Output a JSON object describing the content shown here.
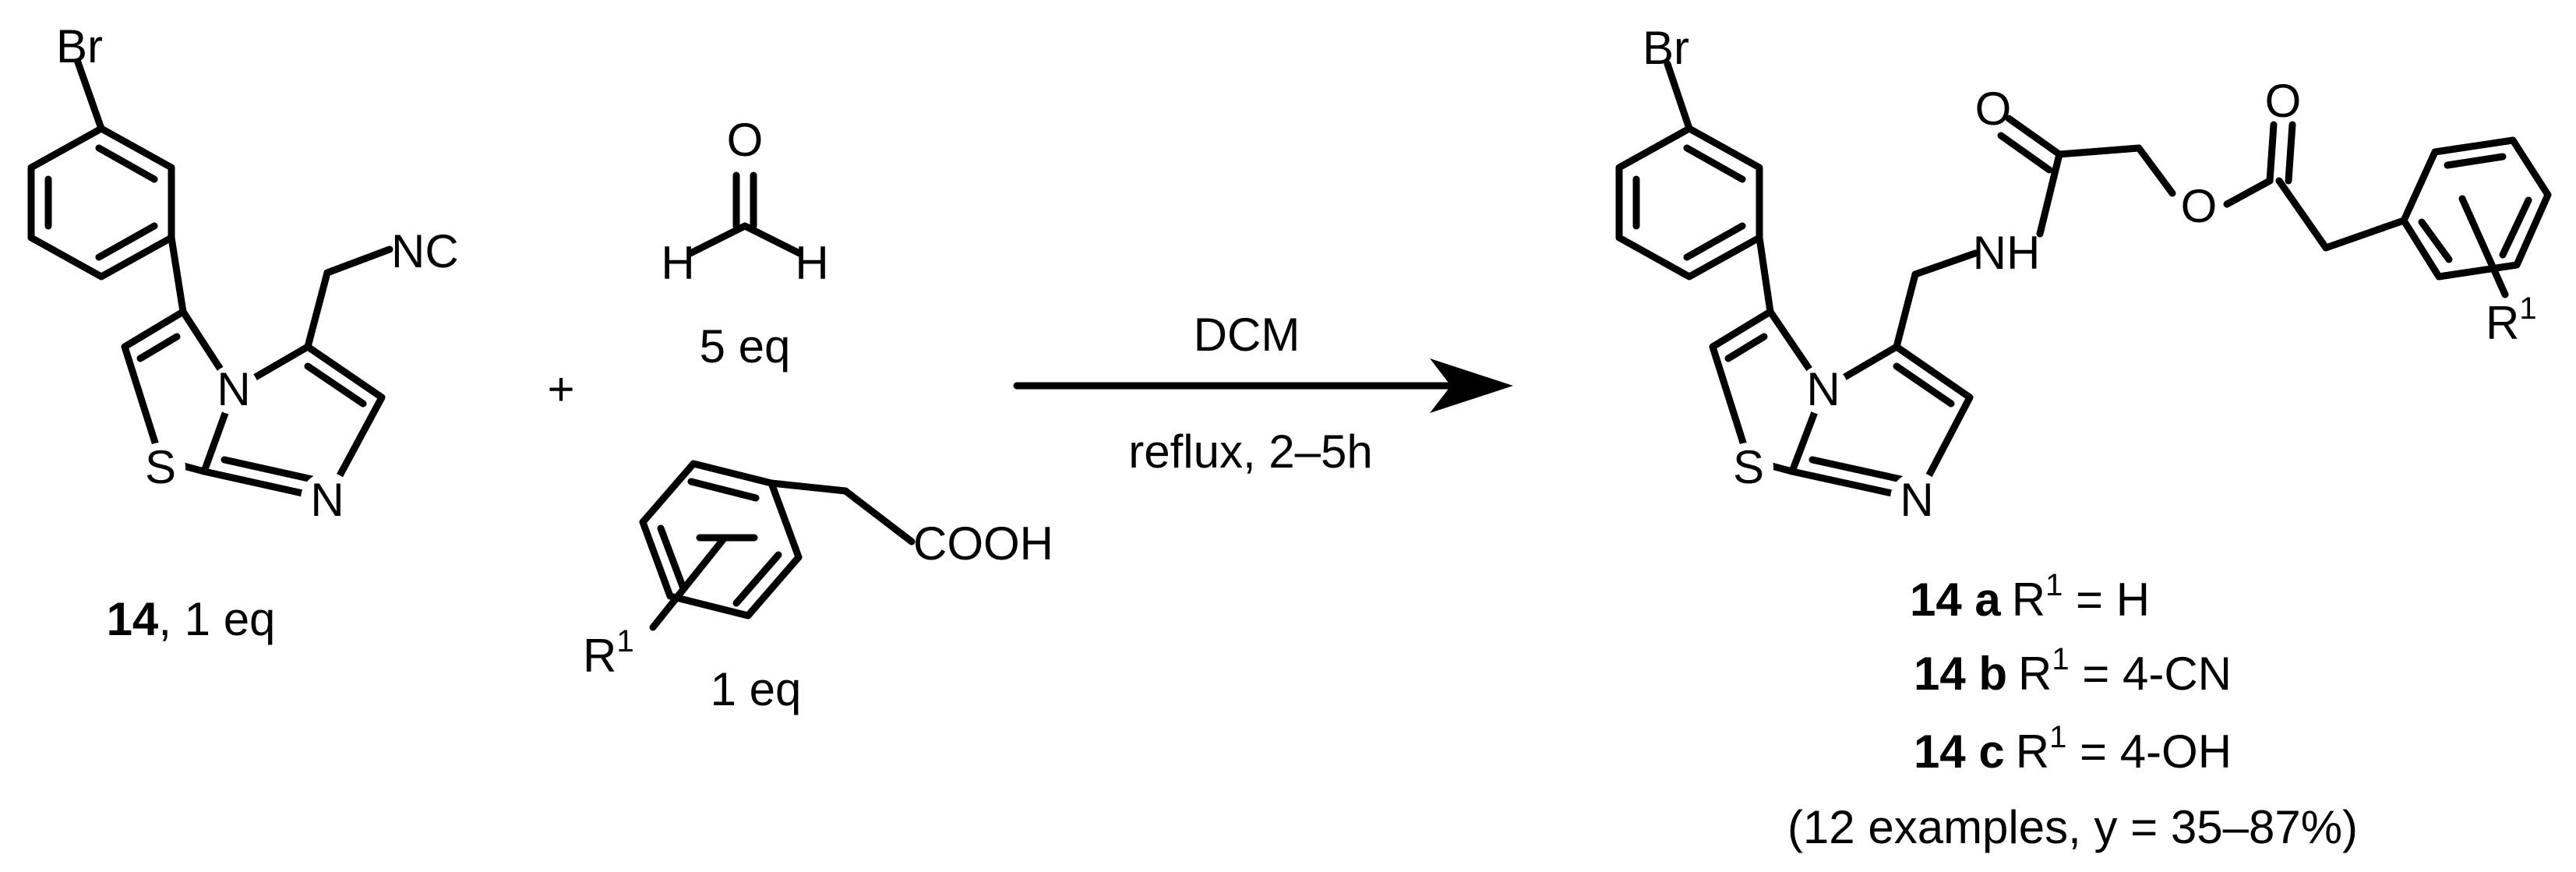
{
  "reactants": {
    "isocyanide": {
      "atoms": {
        "br": "Br",
        "nc": "NC",
        "n_bridge": "N",
        "n_ring": "N",
        "s": "S"
      },
      "label_bold": "14",
      "label_rest": ", 1 eq"
    },
    "plus": "+",
    "formaldehyde": {
      "atoms": {
        "o": "O",
        "h_left": "H",
        "h_right": "H"
      },
      "amount": "5 eq"
    },
    "acid": {
      "atoms": {
        "cooh": "COOH",
        "r": "R",
        "r_sup": "1"
      },
      "amount": "1 eq"
    }
  },
  "conditions": {
    "solvent": "DCM",
    "details": "reflux, 2–5h"
  },
  "product": {
    "atoms": {
      "br": "Br",
      "o_amide": "O",
      "o_ester_carbonyl": "O",
      "o_ester": "O",
      "nh": "NH",
      "n_bridge": "N",
      "n_ring": "N",
      "s": "S",
      "r": "R",
      "r_sup": "1"
    },
    "examples": [
      {
        "compound": "14 a",
        "r": "R",
        "sup": "1",
        "value": " = H"
      },
      {
        "compound": "14 b",
        "r": "R",
        "sup": "1",
        "value": " = 4-CN"
      },
      {
        "compound": "14 c",
        "r": "R",
        "sup": "1",
        "value": " = 4-OH"
      }
    ],
    "summary": "(12 examples, y = 35–87%)"
  }
}
